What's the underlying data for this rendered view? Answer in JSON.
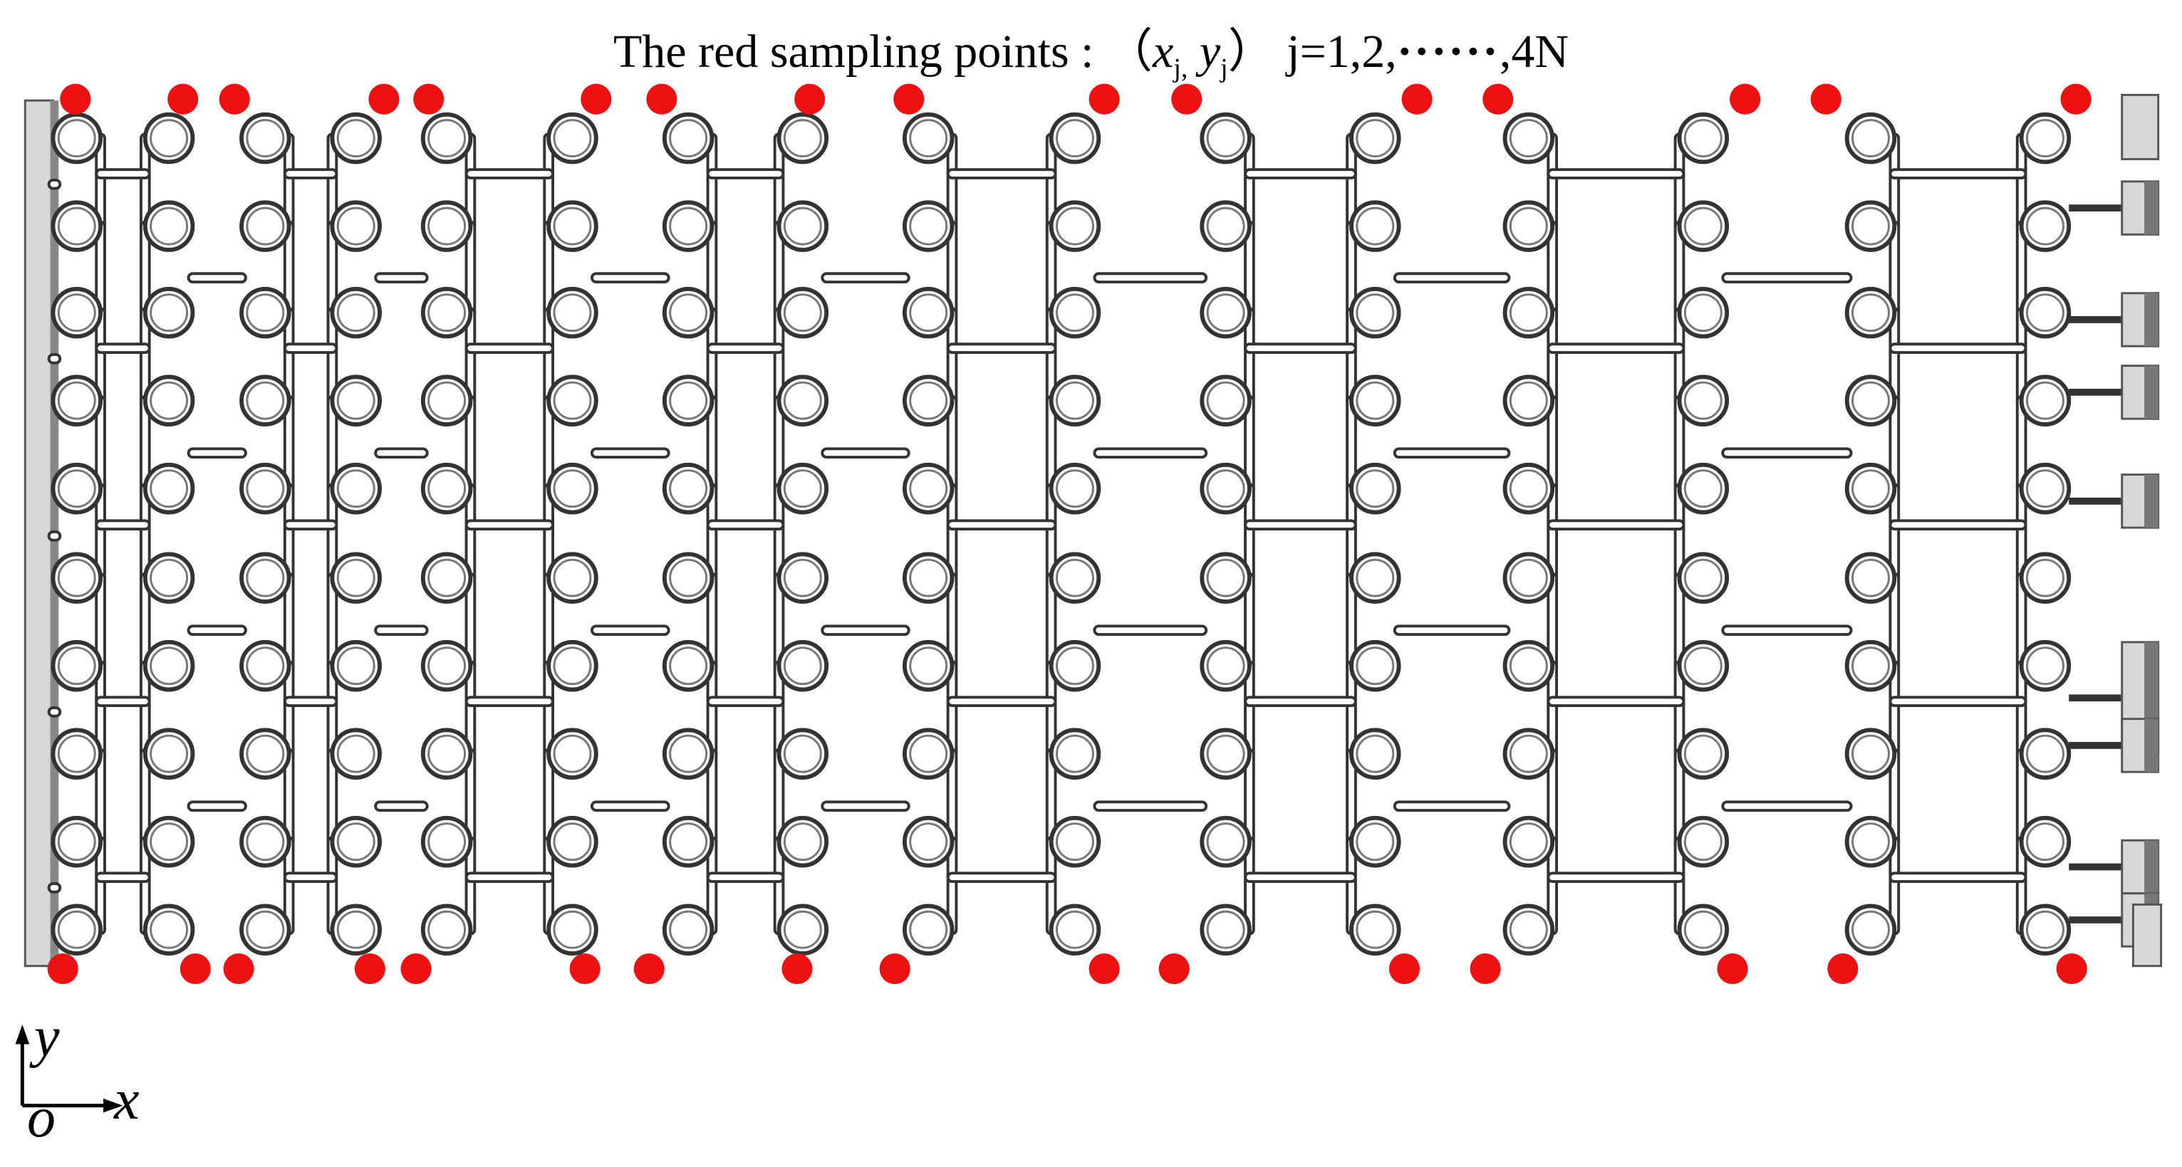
{
  "caption": {
    "prefix": "The red sampling points :",
    "open_paren": "（",
    "x": "x",
    "x_sub": "j,",
    "y": "y",
    "y_sub": "j",
    "close_paren": "）",
    "index": "j=1,2,",
    "ellipsis": "······",
    "end": ",4N"
  },
  "axes": {
    "origin": "o",
    "x": "x",
    "y": "y"
  },
  "structure": {
    "column_positions": [
      55,
      121,
      190,
      255,
      320,
      410,
      493,
      575,
      665,
      770,
      878,
      985,
      1095,
      1220,
      1340,
      1465
    ],
    "row_positions": [
      99,
      162,
      224,
      287,
      350,
      414,
      477,
      540,
      603,
      666
    ],
    "top_sample_points": [
      54,
      131,
      168,
      275,
      307,
      427,
      474,
      580,
      651,
      791,
      850,
      1015,
      1073,
      1250,
      1308,
      1487
    ],
    "bottom_sample_points": [
      45,
      140,
      171,
      265,
      298,
      419,
      465,
      571,
      641,
      791,
      841,
      1006,
      1064,
      1241,
      1320,
      1484
    ]
  },
  "colors": {
    "sampling_point": "#ee1111",
    "structure_line": "#333333",
    "plate": "#d8d8d8"
  }
}
